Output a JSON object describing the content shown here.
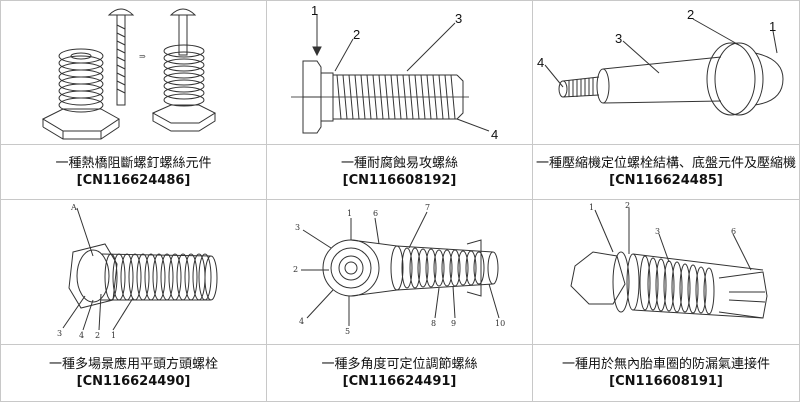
{
  "patents": [
    {
      "title": "一種熱橋阻斷螺釘螺絲元件",
      "number": "[CN116624486]"
    },
    {
      "title": "一種耐腐蝕易攻螺絲",
      "number": "[CN116608192]"
    },
    {
      "title": "一種壓縮機定位螺栓結構、底盤元件及壓縮機",
      "number": "[CN116624485]"
    },
    {
      "title": "一種多場景應用平頭方頭螺栓",
      "number": "[CN116624490]"
    },
    {
      "title": "一種多角度可定位調節螺絲",
      "number": "[CN116624491]"
    },
    {
      "title": "一種用於無內胎車圈的防漏氣連接件",
      "number": "[CN116608191]"
    }
  ],
  "labels": {
    "fig2": [
      "1",
      "2",
      "3",
      "4"
    ],
    "fig3": [
      "2",
      "3",
      "4",
      "1"
    ],
    "fig4": [
      "A",
      "3",
      "4",
      "2",
      "1"
    ],
    "fig5": [
      "1",
      "6",
      "7",
      "3",
      "2",
      "4",
      "5",
      "8",
      "9",
      "10"
    ],
    "fig6": [
      "1",
      "2",
      "3",
      "6"
    ]
  }
}
